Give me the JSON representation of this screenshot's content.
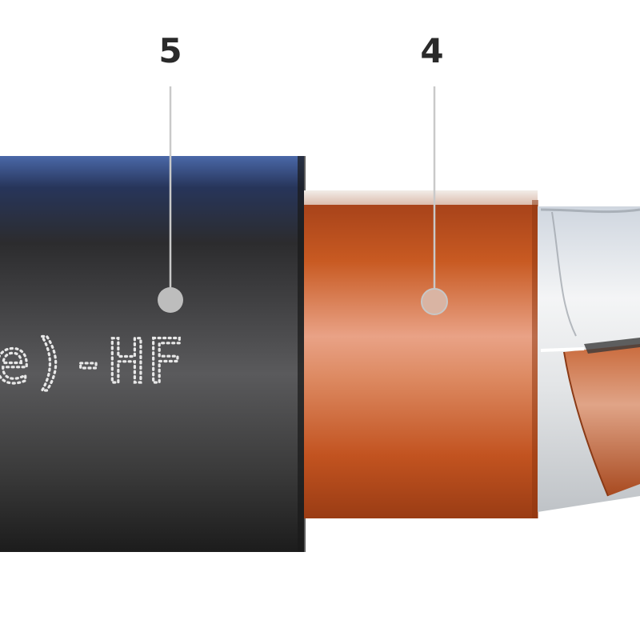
{
  "callouts": [
    {
      "number": "5",
      "layer": "outer-sheath"
    },
    {
      "number": "4",
      "layer": "inner-sheath"
    }
  ],
  "sheath_print": "e)-HF",
  "colors": {
    "outer_sheath": "#2b2b2b",
    "outer_sheath_top_highlight": "#3f5f9f",
    "inner_sheath": "#c2541c",
    "inner_sheath_highlight": "#e7a184",
    "foil_tape": "#e4e6e8",
    "copper_tape": "#b9562a",
    "leader": "#c8c8c8",
    "marker_dot": "#bdbdbd",
    "callout_text": "#2a2a2a"
  }
}
